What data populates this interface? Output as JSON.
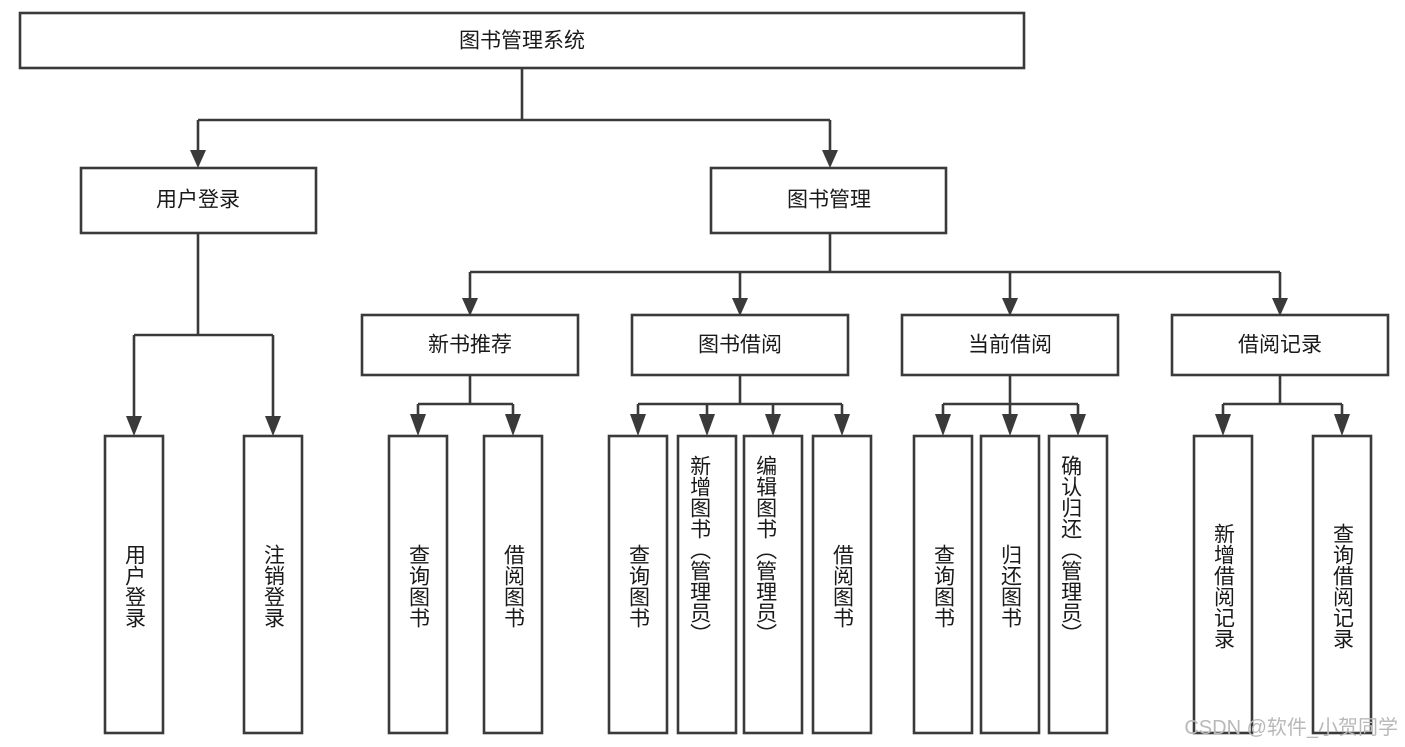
{
  "diagram": {
    "type": "hierarchy-tree",
    "title": "图书管理系统",
    "root": {
      "label": "图书管理系统",
      "level": 1
    },
    "level2": [
      {
        "label": "用户登录"
      },
      {
        "label": "图书管理"
      }
    ],
    "level3": [
      {
        "label": "新书推荐"
      },
      {
        "label": "图书借阅"
      },
      {
        "label": "当前借阅"
      },
      {
        "label": "借阅记录"
      }
    ],
    "leaves": {
      "user_login": [
        {
          "label": "用户登录"
        },
        {
          "label": "注销登录"
        }
      ],
      "new_book_recommend": [
        {
          "label": "查询图书"
        },
        {
          "label": "借阅图书"
        }
      ],
      "book_borrow": [
        {
          "label": "查询图书"
        },
        {
          "label": "新增图书（管理员）"
        },
        {
          "label": "编辑图书（管理员）"
        },
        {
          "label": "借阅图书"
        }
      ],
      "current_borrow": [
        {
          "label": "查询图书"
        },
        {
          "label": "归还图书"
        },
        {
          "label": "确认归还（管理员）"
        }
      ],
      "borrow_record": [
        {
          "label": "新增借阅记录"
        },
        {
          "label": "查询借阅记录"
        }
      ]
    }
  },
  "watermark": {
    "text": "CSDN @软件_小贺同学"
  },
  "colors": {
    "stroke": "#3a3a3a",
    "fill": "#ffffff",
    "text": "#1a1a1a",
    "watermark": "#b9b9b9"
  }
}
